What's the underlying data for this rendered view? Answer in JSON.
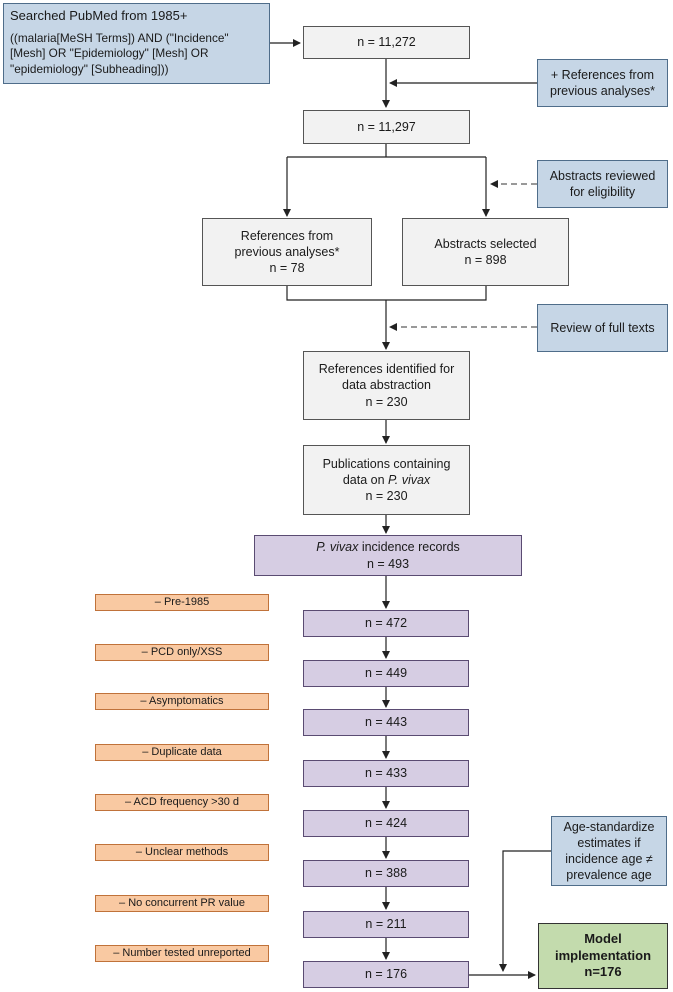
{
  "search": {
    "title": "Searched PubMed from 1985+",
    "query": "((malaria[MeSH Terms]) AND (\"Incidence\" [Mesh] OR \"Epidemiology\" [Mesh] OR \"epidemiology\" [Subheading]))"
  },
  "flow": {
    "n1": "n = 11,272",
    "refs_prev_side": "+ References from previous analyses*",
    "n2": "n = 11,297",
    "abstracts_reviewed": "Abstracts reviewed for eligibility",
    "refs_prev_label": "References from previous analyses*",
    "refs_prev_n": "n = 78",
    "abstracts_selected_label": "Abstracts selected",
    "abstracts_selected_n": "n = 898",
    "review_full": "Review of full texts",
    "ref_identified_label": "References identified for data abstraction",
    "ref_identified_n": "n = 230",
    "pub_label_1": "Publications containing",
    "pub_label_2a": "data on ",
    "pub_label_2b": "P. vivax",
    "pub_n": "n = 230",
    "inc_label_a": "P. vivax",
    "inc_label_b": " incidence records",
    "inc_n": "n = 493"
  },
  "exclusions": [
    {
      "reason": "– Pre-1985",
      "n": "n = 472"
    },
    {
      "reason": "– PCD only/XSS",
      "n": "n = 449"
    },
    {
      "reason": "– Asymptomatics",
      "n": "n = 443"
    },
    {
      "reason": "– Duplicate data",
      "n": "n = 433"
    },
    {
      "reason": "– ACD frequency >30 d",
      "n": "n = 424"
    },
    {
      "reason": "– Unclear methods",
      "n": "n = 388"
    },
    {
      "reason": "– No concurrent PR value",
      "n": "n = 211"
    },
    {
      "reason": "– Number tested unreported",
      "n": "n = 176"
    }
  ],
  "age_standardize": "Age-standardize estimates if incidence age ≠ prevalence age",
  "model": {
    "line1": "Model",
    "line2": "implementation",
    "line3": "n=176"
  }
}
